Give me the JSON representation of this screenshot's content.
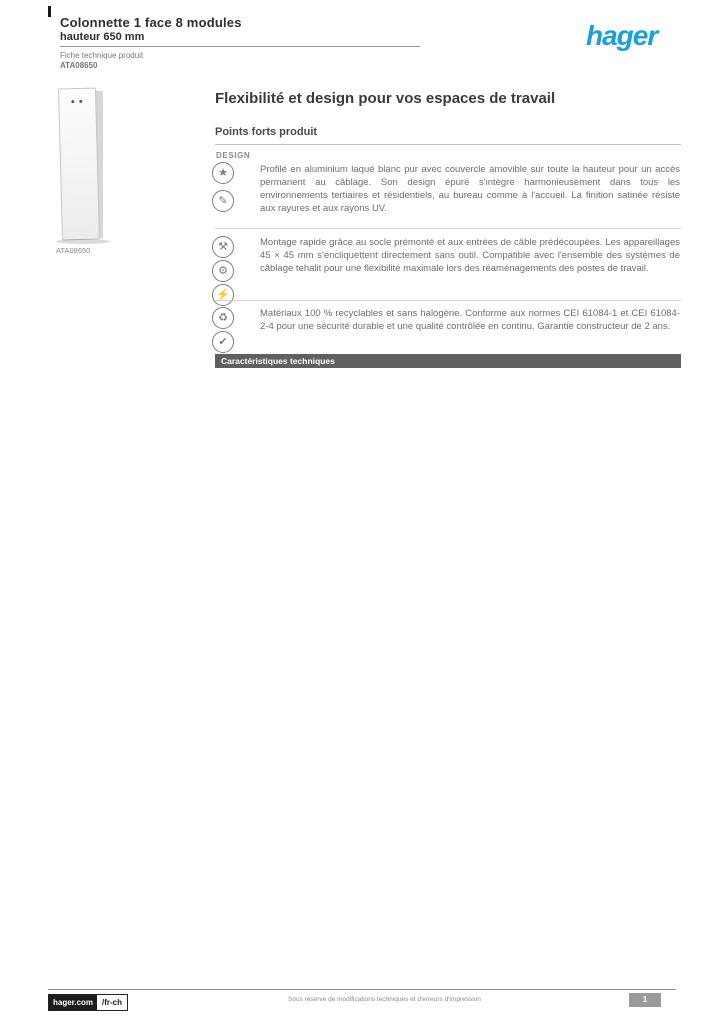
{
  "logo": {
    "text": "hager",
    "color": "#18a0da"
  },
  "header": {
    "title_line1": "Colonnette 1 face 8 modules",
    "title_line2": "hauteur 650 mm",
    "doc_type": "Fiche technique produit",
    "reference": "ATA08650"
  },
  "product": {
    "caption": "ATA08650"
  },
  "main": {
    "heading": "Flexibilité et design pour vos espaces de travail",
    "subheading": "Points forts produit",
    "sections": [
      {
        "label": "Design",
        "icons": [
          {
            "name": "award-icon",
            "glyph": "★"
          },
          {
            "name": "design-icon",
            "glyph": "✎"
          }
        ],
        "text": "Profilé en aluminium laqué blanc pur avec couvercle amovible sur toute la hauteur pour un accès permanent au câblage. Son design épuré s'intègre harmonieusement dans tous les environnements tertiaires et résidentiels, au bureau comme à l'accueil. La finition satinée résiste aux rayures et aux rayons UV."
      },
      {
        "icons": [
          {
            "name": "tools-icon",
            "glyph": "⚒"
          },
          {
            "name": "gear-icon",
            "glyph": "⚙"
          },
          {
            "name": "flash-icon",
            "glyph": "⚡"
          }
        ],
        "text": "Montage rapide grâce au socle prémonté et aux entrées de câble prédécoupées. Les appareillages 45 × 45 mm s'encliquettent directement sans outil. Compatible avec l'ensemble des systèmes de câblage tehalit pour une flexibilité maximale lors des réaménagements des postes de travail."
      },
      {
        "icons": [
          {
            "name": "recycle-icon",
            "glyph": "♻"
          },
          {
            "name": "check-icon",
            "glyph": "✔"
          }
        ],
        "text": "Matériaux 100 % recyclables et sans halogène. Conforme aux normes CEI 61084-1 et CEI 61084-2-4 pour une sécurité durable et une qualité contrôlée en continu. Garantie constructeur de 2 ans."
      }
    ],
    "table_header": "Caractéristiques techniques"
  },
  "footer": {
    "site_host": "hager.com",
    "site_path": "/fr-ch",
    "note": "Sous réserve de modifications techniques et d'erreurs d'impression",
    "page_number": "1"
  }
}
